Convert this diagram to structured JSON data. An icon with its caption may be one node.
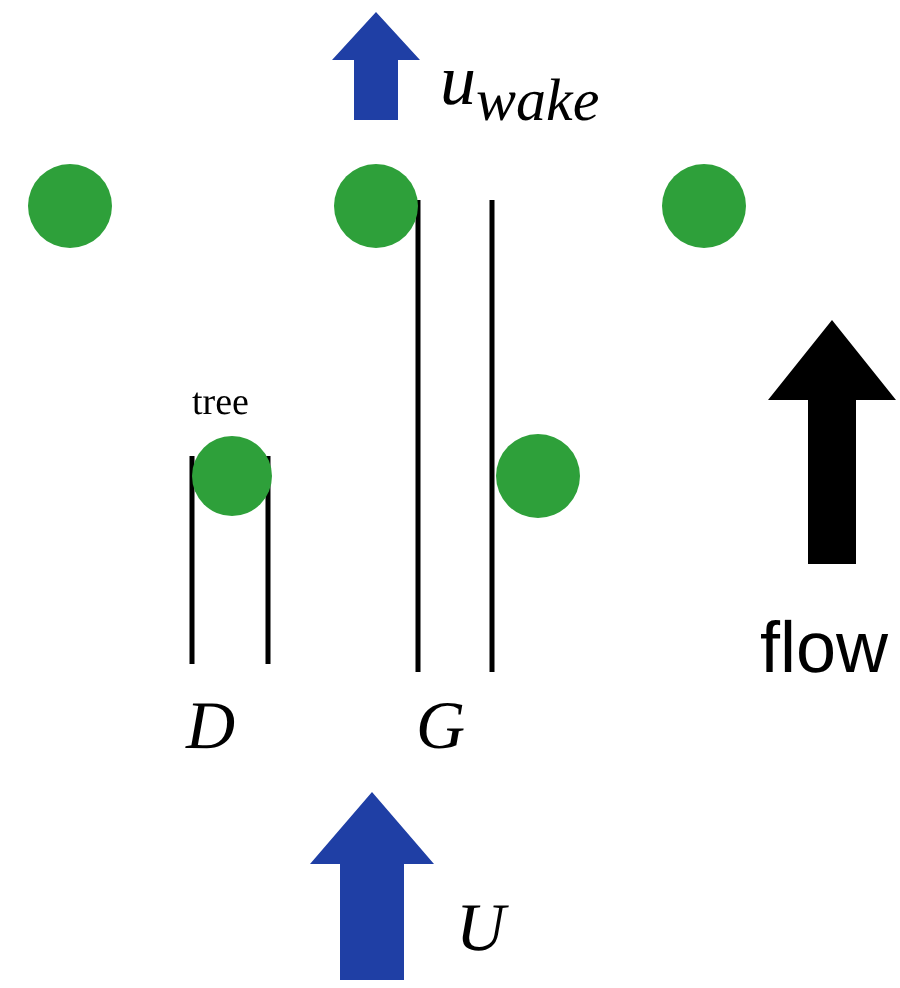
{
  "diagram": {
    "labels": [
      "u$_{wake}$",
      "tree",
      "D",
      "G",
      "flow",
      "U"
    ]
  }
}
